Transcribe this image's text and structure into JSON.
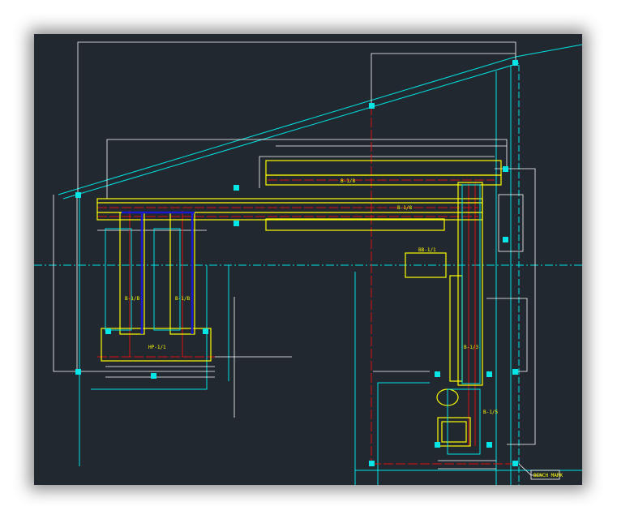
{
  "drawing": {
    "background": "#212830",
    "colors": {
      "yellow": "#ffff00",
      "white": "#ffffff",
      "cyan": "#00e5e5",
      "red": "#e01010",
      "blue": "#1a1ad0"
    },
    "labels": {
      "conveyor_upper": "B-1/8",
      "conveyor_lower": "B-1/8",
      "bin_left": "B-1/B",
      "bin_right": "B-1/B",
      "hopper": "HP-1/1",
      "feeder": "BB-1/1",
      "vertical_conveyor": "B-1/3",
      "small_conveyor": "B-1/5",
      "bench_mark": "BENCH MARK"
    }
  }
}
